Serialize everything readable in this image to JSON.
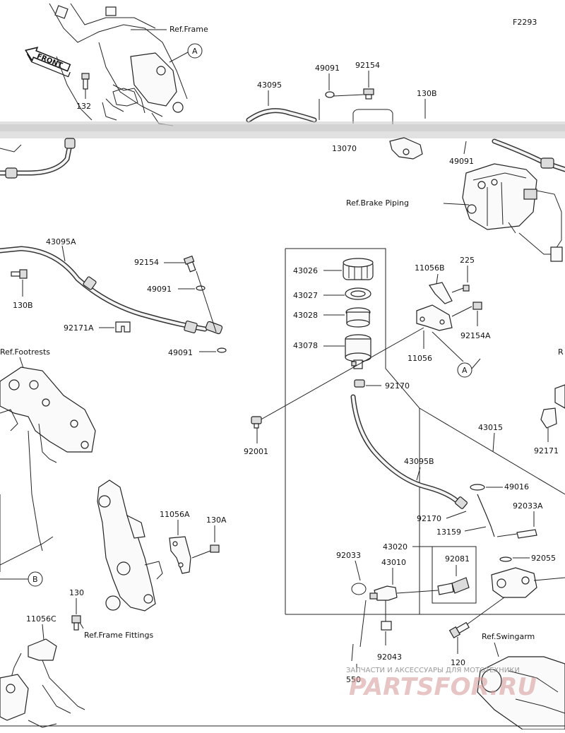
{
  "figure_code": "F2293",
  "front_label": "FRONT",
  "references": {
    "frame": "Ref.Frame",
    "brake_piping": "Ref.Brake Piping",
    "footrests": "Ref.Footrests",
    "frame_fittings": "Ref.Frame Fittings",
    "swingarm": "Ref.Swingarm",
    "right_partial": "R"
  },
  "markers": {
    "a": "A",
    "b": "B"
  },
  "parts": {
    "p132": "132",
    "p43095": "43095",
    "p49091_top": "49091",
    "p92154_top": "92154",
    "p130B_top": "130B",
    "p13070": "13070",
    "p49091_right": "49091",
    "p43095A": "43095A",
    "p92154": "92154",
    "p49091_mid": "49091",
    "p130B": "130B",
    "p92171A": "92171A",
    "p49091_low": "49091",
    "p43026": "43026",
    "p43027": "43027",
    "p43028": "43028",
    "p43078": "43078",
    "p11056B": "11056B",
    "p225": "225",
    "p92154A": "92154A",
    "p11056": "11056",
    "p92170_top": "92170",
    "p92001": "92001",
    "p43015": "43015",
    "p92171": "92171",
    "p43095B": "43095B",
    "p49016": "49016",
    "p92033A": "92033A",
    "p92170": "92170",
    "p13159": "13159",
    "p43020": "43020",
    "p92033": "92033",
    "p43010": "43010",
    "p92081": "92081",
    "p92055": "92055",
    "p11056A": "11056A",
    "p130A": "130A",
    "p130": "130",
    "p11056C": "11056C",
    "p92043": "92043",
    "p120": "120",
    "p550": "550"
  },
  "watermark": {
    "line1": "ЗАПЧАСТИ И АКСЕССУАРЫ ДЛЯ МОТОТЕХНИКИ",
    "line2": "PARTSFOR.RU"
  }
}
